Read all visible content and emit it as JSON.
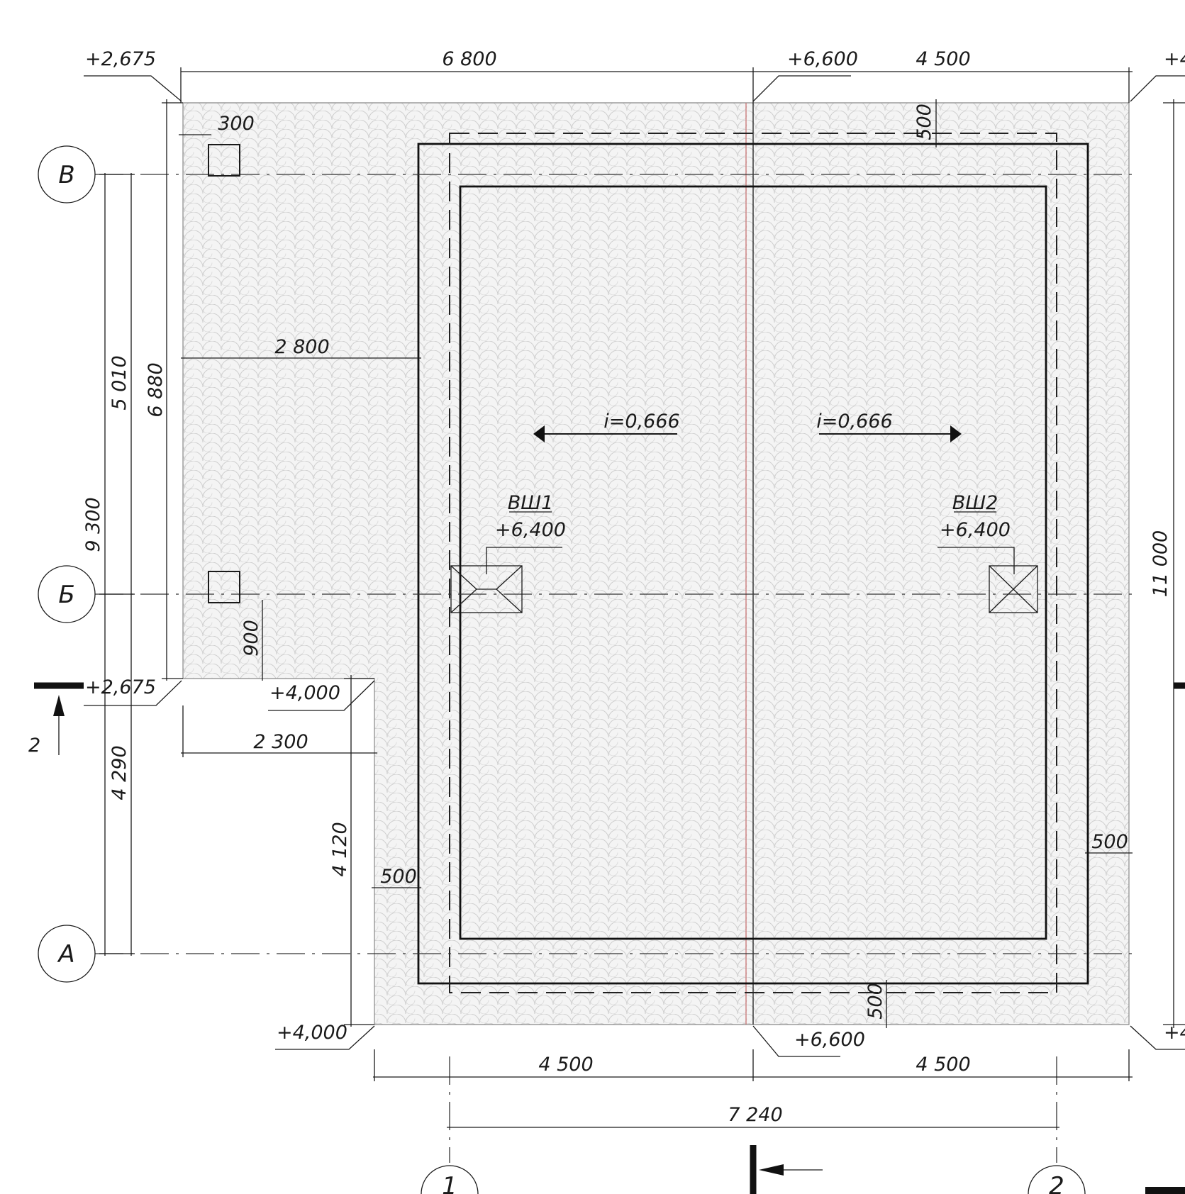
{
  "axes": {
    "row_v": "В",
    "row_b": "Б",
    "row_a": "А",
    "col_1": "1",
    "col_2": "2"
  },
  "dimensions": {
    "top_left_width": "6 800",
    "top_right_width": "4 500",
    "bottom_left_width": "4 500",
    "bottom_right_width": "4 500",
    "axis_span": "7 240",
    "total_height": "11 000",
    "overall_left": "9 300",
    "v_to_b": "5 010",
    "b_to_a": "4 290",
    "left_wing_height": "6 880",
    "lower_block_height": "4 120",
    "offset_2800": "2 800",
    "offset_2300": "2 300",
    "small_300": "300",
    "small_900": "900",
    "top_overhang": "500",
    "bottom_overhang": "500",
    "left_overhang": "500",
    "right_overhang": "500"
  },
  "elevations": {
    "top_left": "+2,675",
    "top_mid": "+6,600",
    "top_right": "+4",
    "mid_left": "+2,675",
    "mid_step": "+4,000",
    "bottom_left": "+4,000",
    "bottom_mid": "+6,600",
    "bottom_right": "+4"
  },
  "slopes": {
    "left": "i=0,666",
    "right": "i=0,666"
  },
  "drains": {
    "left_name": "ВШ1",
    "left_level": "+6,400",
    "right_name": "ВШ2",
    "right_level": "+6,400"
  },
  "section": {
    "marker": "2"
  }
}
